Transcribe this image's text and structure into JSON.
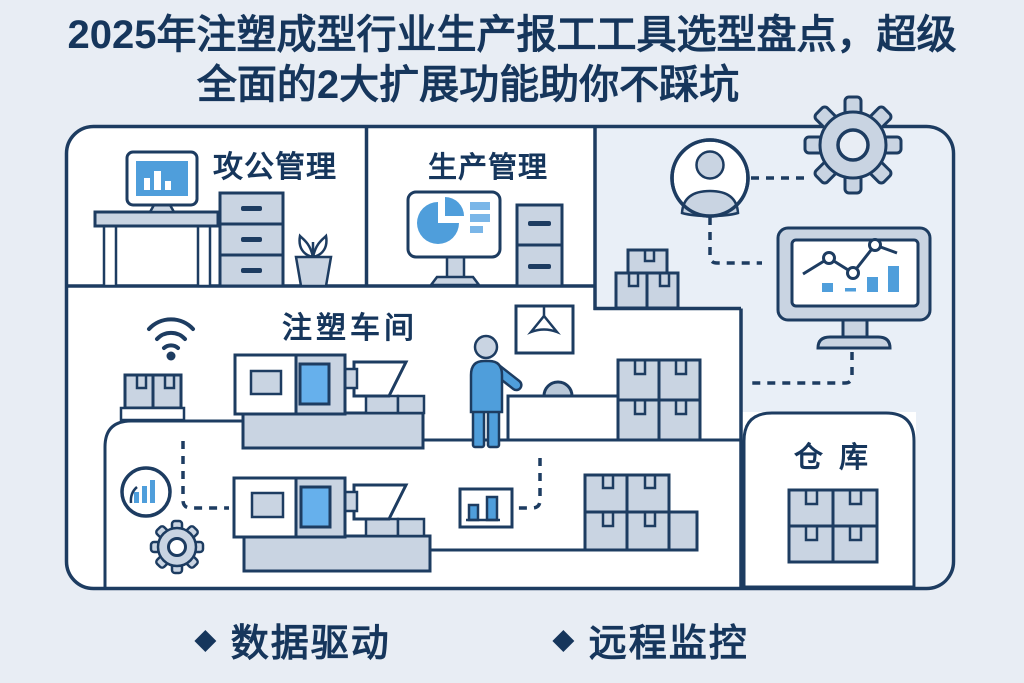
{
  "title": {
    "line1": "2025年注塑成型行业生产报工工具选型盘点，超级",
    "line2": "全面的2大扩展功能助你不踩坑"
  },
  "sections": {
    "office": {
      "label": "攻公管理"
    },
    "production": {
      "label": "生产管理"
    },
    "workshop": {
      "label": "注塑车间"
    },
    "warehouse": {
      "label": "仓 库"
    }
  },
  "features": [
    {
      "bullet": "◆",
      "label": "数据驱动"
    },
    {
      "bullet": "◆",
      "label": "远程监控"
    }
  ],
  "icons": [
    "monitor-bar-chart-icon",
    "filing-cabinet-icon",
    "plant-icon",
    "monitor-pie-chart-icon",
    "user-avatar-icon",
    "gear-icon",
    "wifi-icon",
    "injection-molding-machine-icon",
    "worker-icon",
    "pendant-lamp-icon",
    "boxes-stack-icon",
    "trend-monitor-icon",
    "circle-bar-chart-icon",
    "small-bar-chart-icon",
    "warehouse-grid-icon"
  ],
  "colors": {
    "page_bg": "#e8edf4",
    "panel_bg": "#ffffff",
    "tint_bg": "#e9eff7",
    "outline_navy": "#1d3c61",
    "text_navy": "#16365c",
    "fill_gray_blue": "#c9d4e2",
    "accent_blue": "#4f9edb",
    "window_blue": "#66b0ec",
    "bar_blue": "#7ab6e8"
  }
}
